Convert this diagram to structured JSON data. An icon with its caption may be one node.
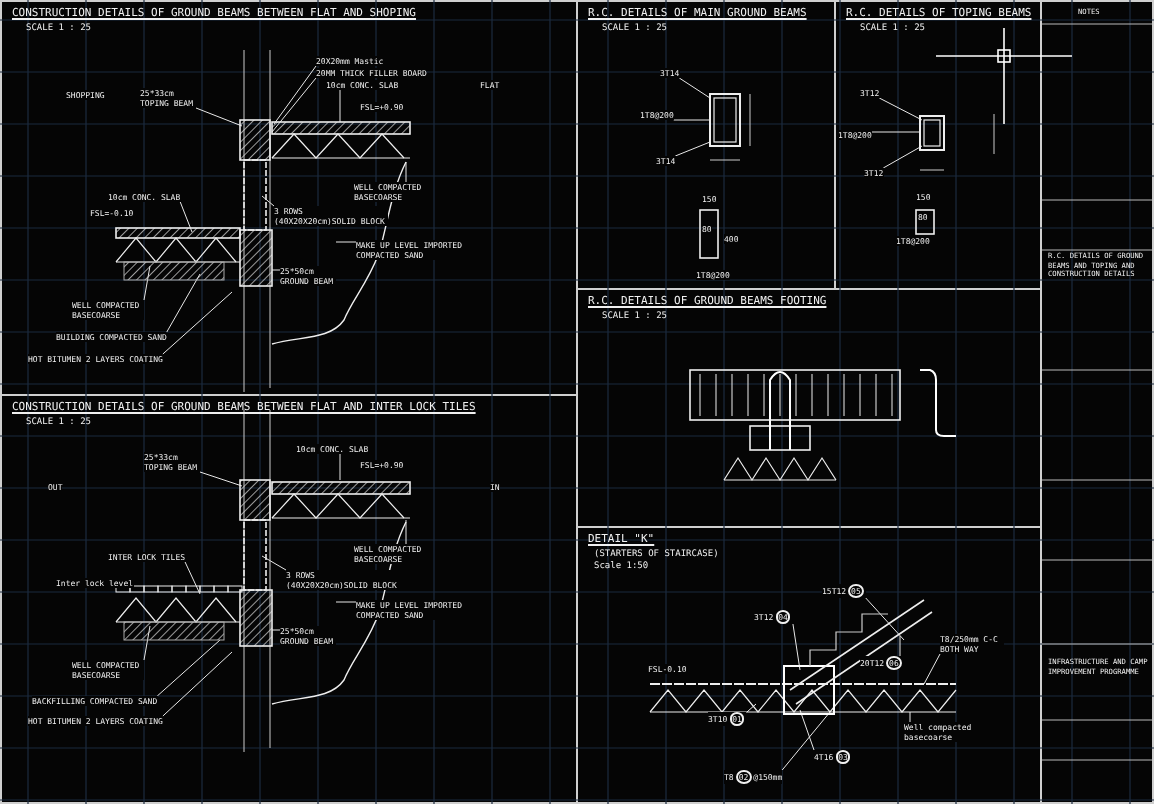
{
  "diagram": {
    "nodes": [
      {
        "text": [
          "CONSTRUCTION DETAILS OF GROUND BEAMS BETWEEN FLAT AND SHOPING",
          "SCALE 1 : 25"
        ]
      },
      {
        "text": [
          "20X20mm Mastic"
        ],
        "in": 43
      },
      {
        "text": [
          "20MM THICK FILLER BOARD"
        ],
        "in": 0
      },
      {
        "text": [
          "10cm CONC. SLAB"
        ],
        "in": 43
      },
      {
        "text": [
          "25*33cm TOPING BEAM"
        ],
        "in": 43
      },
      {
        "text": [
          "WELL COMPACTED BASECOARSE"
        ],
        "in": 0
      },
      {
        "text": [
          "10cm CONC. SLAB"
        ],
        "in": 0
      },
      {
        "text": [
          "3 ROWS (40X20X20cm)SOLID BLOCK"
        ],
        "in": 43
      },
      {
        "text": [
          "MAKE UP LEVEL IMPORTED COMPACTED SAND"
        ],
        "in": 0
      },
      {
        "text": [
          "25*50cm GROUND BEAM"
        ],
        "in": 43
      },
      {
        "text": [
          "WELL COMPACTED BASECOARSE"
        ],
        "in": 0
      },
      {
        "text": [
          "BUILDING COMPACTED SAND"
        ],
        "in": 0
      },
      {
        "text": [
          "HOT BITUMEN 2 LAYERS COATING"
        ],
        "in": 0
      },
      {
        "text": [
          "CONSTRUCTION DETAILS OF GROUND BEAMS BETWEEN FLAT AND INTER LOCK TILES",
          "SCALE 1 : 25"
        ]
      },
      {
        "text": [
          "25*33cm TOPING BEAM"
        ],
        "in": 44
      },
      {
        "text": [
          "10cm CONC. SLAB"
        ],
        "in": 44
      },
      {
        "text": [
          "WELL COMPACTED BASECOARSE"
        ],
        "in": 13
      },
      {
        "text": [
          "INTER LOCK TILES"
        ],
        "in": 13
      },
      {
        "text": [
          "3 ROWS (40X20X20cm)SOLID BLOCK"
        ],
        "in": 44
      },
      {
        "text": [
          "MAKE UP LEVEL IMPORTED COMPACTED SAND"
        ],
        "in": 13
      },
      {
        "text": [
          "25*50cm GROUND BEAM"
        ],
        "in": 44
      },
      {
        "text": [
          "WELL COMPACTED BASECOARSE"
        ],
        "in": 13
      },
      {
        "text": [
          "BACKFILLING COMPACTED SAND"
        ],
        "in": 13
      },
      {
        "text": [
          "HOT BITUMEN 2 LAYERS COATING"
        ],
        "in": 13
      },
      {
        "text": [
          "R.C. DETAILS OF MAIN GROUND BEAMS",
          "SCALE 1 : 25"
        ]
      },
      {
        "text": [
          "3T14"
        ],
        "in": 24
      },
      {
        "text": [
          "1T8@200"
        ],
        "in": 24
      },
      {
        "text": [
          "3T14"
        ],
        "in": 24
      },
      {
        "text": [
          "R.C. DETAILS OF TOPING BEAMS",
          "SCALE 1 : 25"
        ]
      },
      {
        "text": [
          "3T12"
        ],
        "in": 28
      },
      {
        "text": [
          "1T8@200"
        ],
        "in": 28
      },
      {
        "text": [
          "3T12"
        ],
        "in": 28
      },
      {
        "text": [
          "R.C. DETAILS OF GROUND BEAMS FOOTING",
          "SCALE 1 : 25"
        ]
      },
      {
        "text": [
          "DETAIL \"K\"",
          "(STARTERS OF STAIRCASE)",
          "Scale 1:50"
        ]
      },
      {
        "text": [
          "15T12",
          "05"
        ],
        "in": 33
      },
      {
        "text": [
          "3T12",
          "04"
        ],
        "in": 48
      },
      {
        "text": [
          "20T12",
          "06"
        ],
        "in": 48
      },
      {
        "text": [
          "T8/250mm C-C BOTH WAY"
        ],
        "in": 33
      },
      {
        "text": [
          "3T10",
          "01"
        ],
        "in": 33
      },
      {
        "text": [
          "4T16",
          "03"
        ],
        "in": 33
      },
      {
        "text": [
          "T8",
          "02",
          "@150mm"
        ],
        "in": 33
      },
      {
        "text": [
          "Well compacted basecoarse"
        ],
        "in": 33
      },
      {
        "text": [
          "NOTES",
          "R.C. DETAILS OF GROUND BEAMS AND TOPING AND CONSTRUCTION DETAILS",
          "INFRASTRUCTURE AND CAMP IMPROVEMENT PROGRAMME"
        ]
      },
      {
        "text": [],
        "shape": "picture",
        "in": 0
      },
      {
        "text": [],
        "shape": "picture",
        "in": 13
      },
      {
        "text": [],
        "shape": "picture",
        "in": 24
      },
      {
        "text": [],
        "shape": "picture",
        "in": 28
      },
      {
        "text": [],
        "shape": "picture",
        "in": 32
      },
      {
        "text": [],
        "shape": "picture",
        "in": 33
      }
    ],
    "edges": [
      {
        "from": 1,
        "to": 43,
        "arrow": "none"
      },
      {
        "from": 2,
        "to": 43,
        "arrow": "none"
      },
      {
        "from": 3,
        "to": 43,
        "arrow": "none"
      },
      {
        "from": 4,
        "to": 43,
        "arrow": "none"
      },
      {
        "from": 5,
        "to": 43,
        "arrow": "none"
      },
      {
        "from": 6,
        "to": 43,
        "arrow": "none"
      },
      {
        "from": 7,
        "to": 43,
        "arrow": "none"
      },
      {
        "from": 8,
        "to": 43,
        "arrow": "none"
      },
      {
        "from": 9,
        "to": 43,
        "arrow": "none"
      },
      {
        "from": 10,
        "to": 43,
        "arrow": "none"
      },
      {
        "from": 11,
        "to": 43,
        "arrow": "none"
      },
      {
        "from": 12,
        "to": 43,
        "arrow": "none"
      },
      {
        "from": 14,
        "to": 44,
        "arrow": "none"
      },
      {
        "from": 15,
        "to": 44,
        "arrow": "none"
      },
      {
        "from": 16,
        "to": 44,
        "arrow": "none"
      },
      {
        "from": 17,
        "to": 44,
        "arrow": "none"
      },
      {
        "from": 18,
        "to": 44,
        "arrow": "none"
      },
      {
        "from": 19,
        "to": 44,
        "arrow": "none"
      },
      {
        "from": 20,
        "to": 44,
        "arrow": "none"
      },
      {
        "from": 21,
        "to": 44,
        "arrow": "none"
      },
      {
        "from": 22,
        "to": 44,
        "arrow": "none"
      },
      {
        "from": 23,
        "to": 44,
        "arrow": "none"
      },
      {
        "from": 25,
        "to": 45,
        "arrow": "none"
      },
      {
        "from": 26,
        "to": 45,
        "arrow": "none"
      },
      {
        "from": 27,
        "to": 45,
        "arrow": "none"
      },
      {
        "from": 29,
        "to": 46,
        "arrow": "none"
      },
      {
        "from": 30,
        "to": 46,
        "arrow": "none"
      },
      {
        "from": 31,
        "to": 46,
        "arrow": "none"
      },
      {
        "from": 34,
        "to": 48,
        "arrow": "none"
      },
      {
        "from": 35,
        "to": 48,
        "arrow": "none"
      },
      {
        "from": 36,
        "to": 48,
        "arrow": "none"
      },
      {
        "from": 37,
        "to": 48,
        "arrow": "none"
      },
      {
        "from": 38,
        "to": 48,
        "arrow": "none"
      },
      {
        "from": 39,
        "to": 48,
        "arrow": "none"
      },
      {
        "from": 40,
        "to": 48,
        "arrow": "none"
      },
      {
        "from": 41,
        "to": 48,
        "arrow": "none"
      }
    ],
    "labels": [
      "SHOPPING",
      "FLAT",
      "FSL=+0.90",
      "FSL=-0.10",
      "OUT",
      "IN",
      "Inter lock level",
      "FSL=+0.90",
      "150",
      "80",
      "400",
      "1T8@200",
      "150",
      "80",
      "1T8@200",
      "FSL-0.10"
    ]
  }
}
